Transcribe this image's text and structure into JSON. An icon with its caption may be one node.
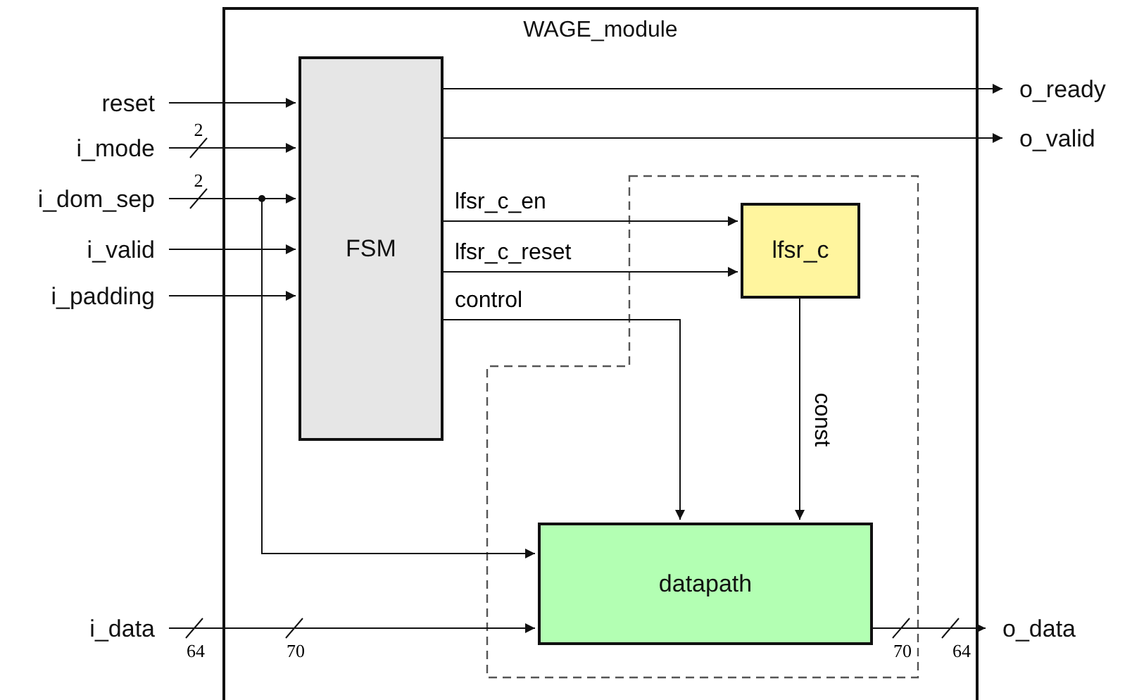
{
  "diagram": {
    "nodes": [
      {
        "text": [
          "WAGE_module"
        ]
      },
      {
        "text": [
          "FSM"
        ],
        "in": 0
      },
      {
        "text": [
          "lfsr_c"
        ],
        "in": 0
      },
      {
        "text": [
          "datapath"
        ],
        "in": 0
      },
      {
        "text": [
          "reset"
        ]
      },
      {
        "text": [
          "i_mode"
        ]
      },
      {
        "text": [
          "i_dom_sep"
        ]
      },
      {
        "text": [
          "i_valid"
        ]
      },
      {
        "text": [
          "i_padding"
        ]
      },
      {
        "text": [
          "i_data"
        ]
      },
      {
        "text": [
          "o_ready"
        ]
      },
      {
        "text": [
          "o_valid"
        ]
      },
      {
        "text": [
          "o_data"
        ]
      }
    ],
    "edges": [
      {
        "from": 4,
        "to": 1,
        "arrow": "to"
      },
      {
        "from": 5,
        "to": 1,
        "arrow": "to"
      },
      {
        "from": 6,
        "to": 1,
        "arrow": "to"
      },
      {
        "from": 6,
        "to": 3,
        "arrow": "to"
      },
      {
        "from": 7,
        "to": 1,
        "arrow": "to"
      },
      {
        "from": 8,
        "to": 1,
        "arrow": "to"
      },
      {
        "from": 1,
        "to": 2,
        "label": "lfsr_c_en",
        "arrow": "to"
      },
      {
        "from": 1,
        "to": 2,
        "label": "lfsr_c_reset",
        "arrow": "to"
      },
      {
        "from": 1,
        "to": 3,
        "label": "control",
        "arrow": "to"
      },
      {
        "from": 2,
        "to": 3,
        "label": "const",
        "arrow": "to"
      },
      {
        "from": 1,
        "to": 10,
        "arrow": "to"
      },
      {
        "from": 1,
        "to": 11,
        "arrow": "to"
      },
      {
        "from": 9,
        "to": 3,
        "arrow": "to"
      },
      {
        "from": 3,
        "to": 12,
        "arrow": "to"
      }
    ],
    "labels": [
      "2",
      "2",
      "64",
      "70",
      "70",
      "64"
    ]
  }
}
